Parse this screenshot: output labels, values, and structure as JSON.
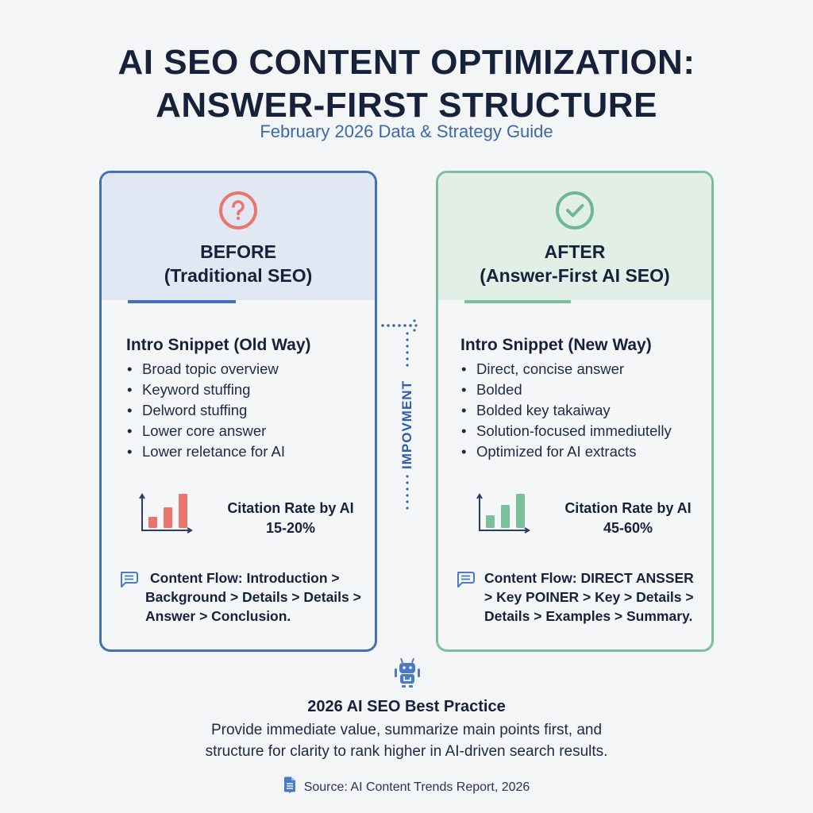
{
  "header": {
    "title_line1": "AI SEO CONTENT OPTIMIZATION:",
    "title_line2": "ANSWER-FIRST STRUCTURE",
    "subtitle": "February 2026 Data & Strategy Guide"
  },
  "colors": {
    "before_accent": "#4570b4",
    "after_accent": "#7cc09b",
    "before_chart": "#e8766c",
    "after_chart": "#7cc09b",
    "title_text": "#16223a",
    "subtitle_text": "#3c6aa8"
  },
  "panels": {
    "before": {
      "icon": "question-circle-icon",
      "label_line1": "BEFORE",
      "label_line2": "(Traditional SEO)",
      "section_title": "Intro Snippet (Old Way)",
      "bullets": [
        "Broad topic overview",
        "Keyword stuffing",
        "Delword stuffing",
        "Lower core answer",
        "Lower reletance for AI"
      ],
      "metric_label": "Citation Rate by AI",
      "metric_value": "15-20%",
      "flow_icon": "chat-bubble-icon",
      "flow_line1": "Content Flow: Introduction >",
      "flow_line2": "Background > Details > Details >",
      "flow_line3": "Answer > Conclusion."
    },
    "after": {
      "icon": "check-circle-icon",
      "label_line1": "AFTER",
      "label_line2": "(Answer-First AI SEO)",
      "section_title": "Intro Snippet (New Way)",
      "bullets": [
        "Direct, concise answer",
        "Bolded",
        "Bolded key takaiway",
        "Solution-focused immediutelly",
        "Optimized for AI extracts"
      ],
      "metric_label": "Citation Rate by AI",
      "metric_value": "45-60%",
      "flow_icon": "chat-bubble-icon",
      "flow_line1": "Content Flow: DIRECT ANSSER",
      "flow_line2": "> Key POINER > Key > Details >",
      "flow_line3": "Details > Examples > Summary."
    }
  },
  "connector": {
    "label": "IMPOVMENT",
    "icon": "dotted-arrow-icon"
  },
  "best_practice": {
    "icon": "robot-icon",
    "title": "2026 AI SEO Best Practice",
    "text_line1": "Provide immediate value, summarize main points first, and",
    "text_line2": "structure for clarity to rank higher in AI-driven search results."
  },
  "source": {
    "icon": "document-icon",
    "text": "Source: AI Content Trends Report, 2026"
  }
}
